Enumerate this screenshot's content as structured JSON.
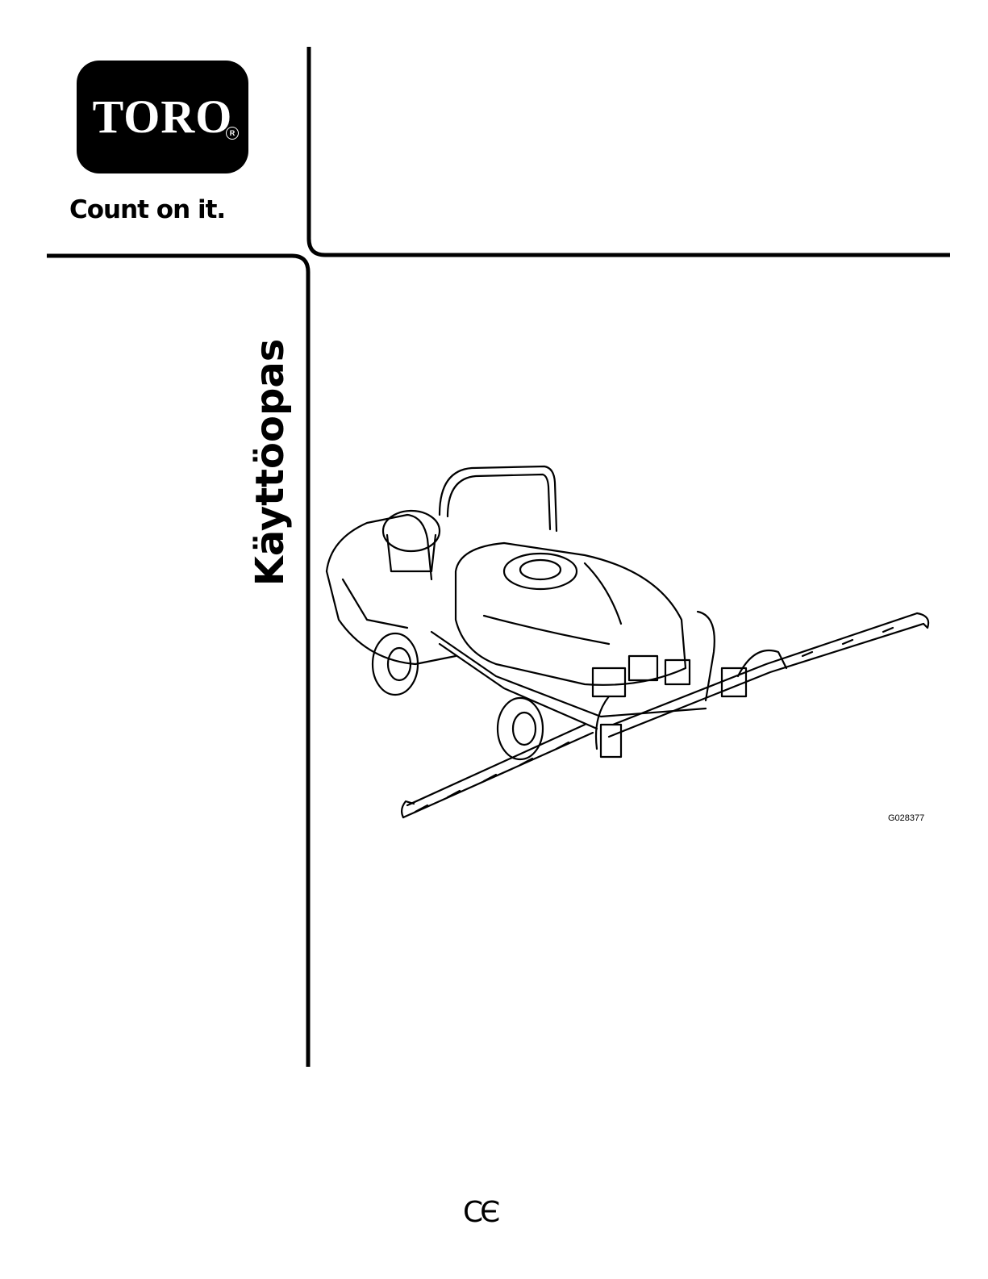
{
  "brand": {
    "logo_text": "TORO",
    "tagline": "Count on it."
  },
  "document": {
    "title": "Käyttöopas",
    "figure_code": "G028377"
  },
  "marks": {
    "ce_icon": "ce-mark-icon",
    "registered_icon": "registered-trademark-icon"
  }
}
